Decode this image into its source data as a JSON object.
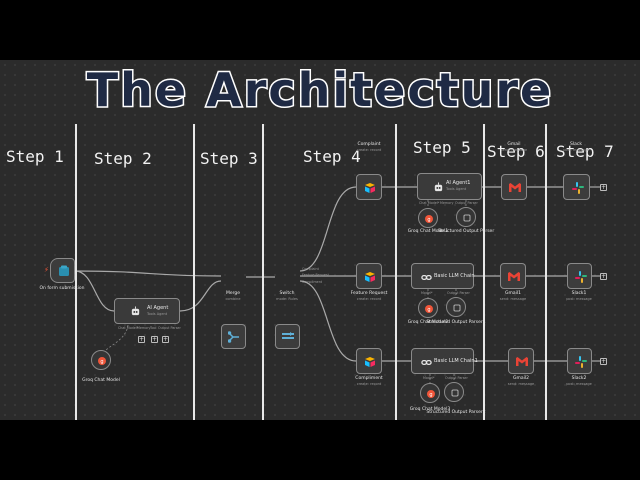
{
  "title": "The Architecture",
  "steps": [
    "Step 1",
    "Step 2",
    "Step 3",
    "Step 4",
    "Step 5",
    "Step 6",
    "Step 7"
  ],
  "colors": {
    "canvas_bg": "#2b2b2b",
    "node_bg": "#3c3c3c",
    "groq": "#f05539",
    "slack_a": "#36c5f0",
    "slack_b": "#2eb67d",
    "slack_c": "#ecb22e",
    "slack_d": "#e01e5a",
    "gmail": "#ea4335"
  },
  "nodes": {
    "form": {
      "label": "On form submission"
    },
    "agent_main": {
      "title": "AI Agent",
      "sub": "Tools Agent",
      "ports": [
        "Chat Model*",
        "Memory",
        "Tool",
        "Output Parser"
      ]
    },
    "groq_main": {
      "label": "Groq Chat Model"
    },
    "merge": {
      "label": "Merge",
      "sub": "combine"
    },
    "switch": {
      "label": "Switch",
      "sub": "mode: Rules",
      "outputs": [
        "Complaint",
        "Feature Request",
        "Compliment"
      ]
    },
    "complaint": {
      "label": "Complaint",
      "sub": "create: record"
    },
    "feature": {
      "label": "Feature Request",
      "sub": "create: record"
    },
    "compliment": {
      "label": "Compliment",
      "sub": "create: record"
    },
    "agent1": {
      "title": "AI Agent1",
      "sub": "Tools Agent",
      "ports": [
        "Chat Model*",
        "Memory",
        "Output Parser"
      ]
    },
    "groq1": {
      "label": "Groq Chat Model1"
    },
    "parser1": {
      "label": "Structured Output Parser"
    },
    "chain1": {
      "title": "Basic LLM Chain",
      "ports": [
        "Model*",
        "Output Parser"
      ]
    },
    "groq2": {
      "label": "Groq Chat Model2"
    },
    "parser2": {
      "label": "Structured Output Parser1"
    },
    "chain2": {
      "title": "Basic LLM Chain1",
      "ports": [
        "Model*",
        "Output Parser"
      ]
    },
    "groq3": {
      "label": "Groq Chat Model3"
    },
    "parser3": {
      "label": "Structured Output Parser2"
    },
    "gmail": {
      "label": "Gmail",
      "sub": "send: message"
    },
    "gmail1": {
      "label": "Gmail1",
      "sub": "send: message"
    },
    "gmail2": {
      "label": "Gmail2",
      "sub": "send: message"
    },
    "slack": {
      "label": "Slack",
      "sub": "post: message"
    },
    "slack1": {
      "label": "Slack1",
      "sub": "post: message"
    },
    "slack2": {
      "label": "Slack2",
      "sub": "post: message"
    }
  },
  "icons": {
    "form": "form-icon",
    "agent": "robot-icon",
    "groq": "groq-icon",
    "merge": "merge-icon",
    "switch": "switch-icon",
    "airtable": "airtable-icon",
    "chain": "link-icon",
    "parser": "parser-icon",
    "gmail": "gmail-icon",
    "slack": "slack-icon",
    "plus": "plus-icon"
  }
}
